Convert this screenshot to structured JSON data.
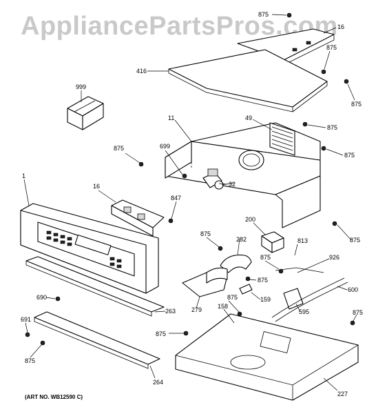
{
  "watermark": "AppliancePartsPros.com",
  "art_number": "(ART NO. WB12590 C)",
  "callouts": {
    "p875_a": "875",
    "p16_top": "16",
    "p875_b": "875",
    "p416": "416",
    "p875_c": "875",
    "p999": "999",
    "p49": "49",
    "p875_d": "875",
    "p11": "11",
    "p875_e": "875",
    "p875_f": "875",
    "p699": "699",
    "p32": "32",
    "p1": "1",
    "p16": "16",
    "p847": "847",
    "p875_g": "875",
    "p200": "200",
    "p875_h": "875",
    "p282": "282",
    "p813": "813",
    "p875_i": "875",
    "p926": "926",
    "p875_j": "875",
    "p600": "600",
    "p690": "690",
    "p159": "159",
    "p875_k": "875",
    "p263": "263",
    "p279": "279",
    "p158": "158",
    "p595": "595",
    "p691": "691",
    "p875_l": "875",
    "p875_m": "875",
    "p875_n": "875",
    "p264": "264",
    "p227": "227"
  }
}
